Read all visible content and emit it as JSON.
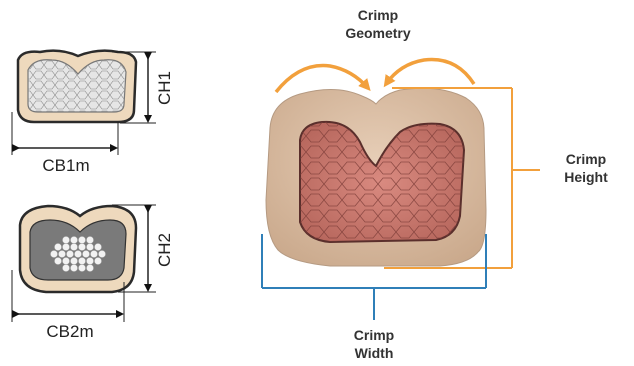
{
  "small_diagrams": {
    "top": {
      "height_label": "CH1",
      "width_label": "CB1m"
    },
    "bottom": {
      "height_label": "CH2",
      "width_label": "CB2m"
    }
  },
  "main": {
    "geometry_label": [
      "Crimp",
      "Geometry"
    ],
    "height_label": [
      "Crimp",
      "Height"
    ],
    "width_label": [
      "Crimp",
      "Width"
    ]
  },
  "colors": {
    "geometry_arrow": "#f2a03c",
    "height_bracket": "#f2a03c",
    "width_bracket": "#2f7fb8",
    "copper": "#c97a6e",
    "sleeve": "#e8d2b3"
  }
}
